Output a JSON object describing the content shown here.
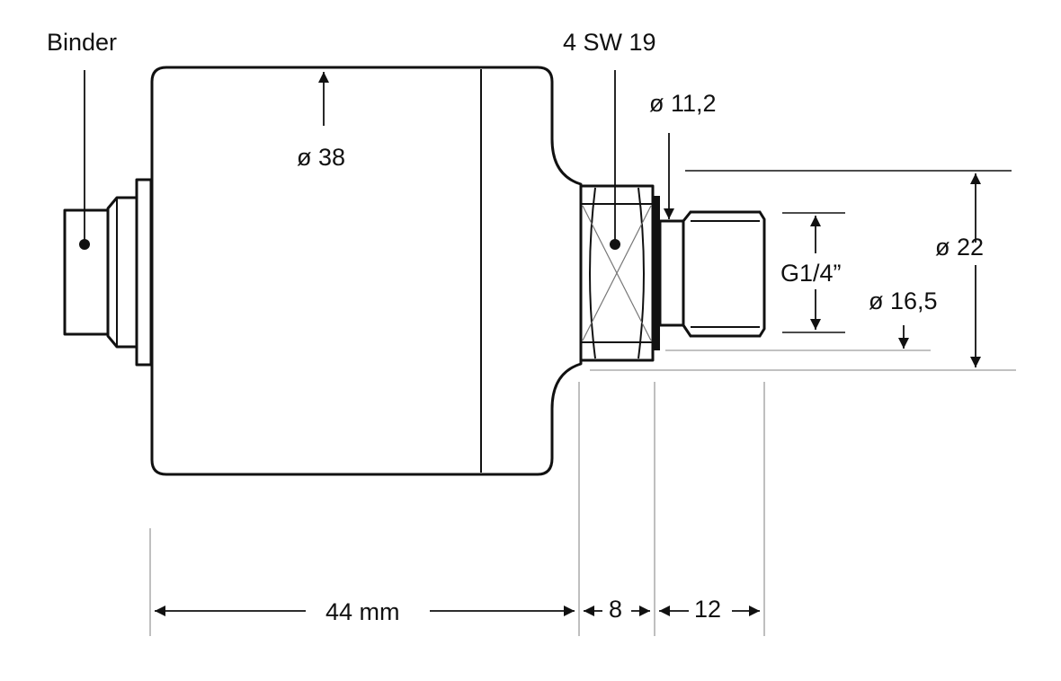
{
  "labels": {
    "binder": "Binder",
    "diameter_38": "ø 38",
    "wrench": "4 SW 19",
    "diameter_11_2": "ø 11,2",
    "diameter_22": "ø 22",
    "thread": "G1/4”",
    "diameter_16_5": "ø 16,5",
    "length_44": "44 mm",
    "length_8": "8",
    "length_12": "12"
  },
  "colors": {
    "outline": "#111111",
    "dimension_line": "#b8b8b8",
    "background": "#ffffff"
  }
}
